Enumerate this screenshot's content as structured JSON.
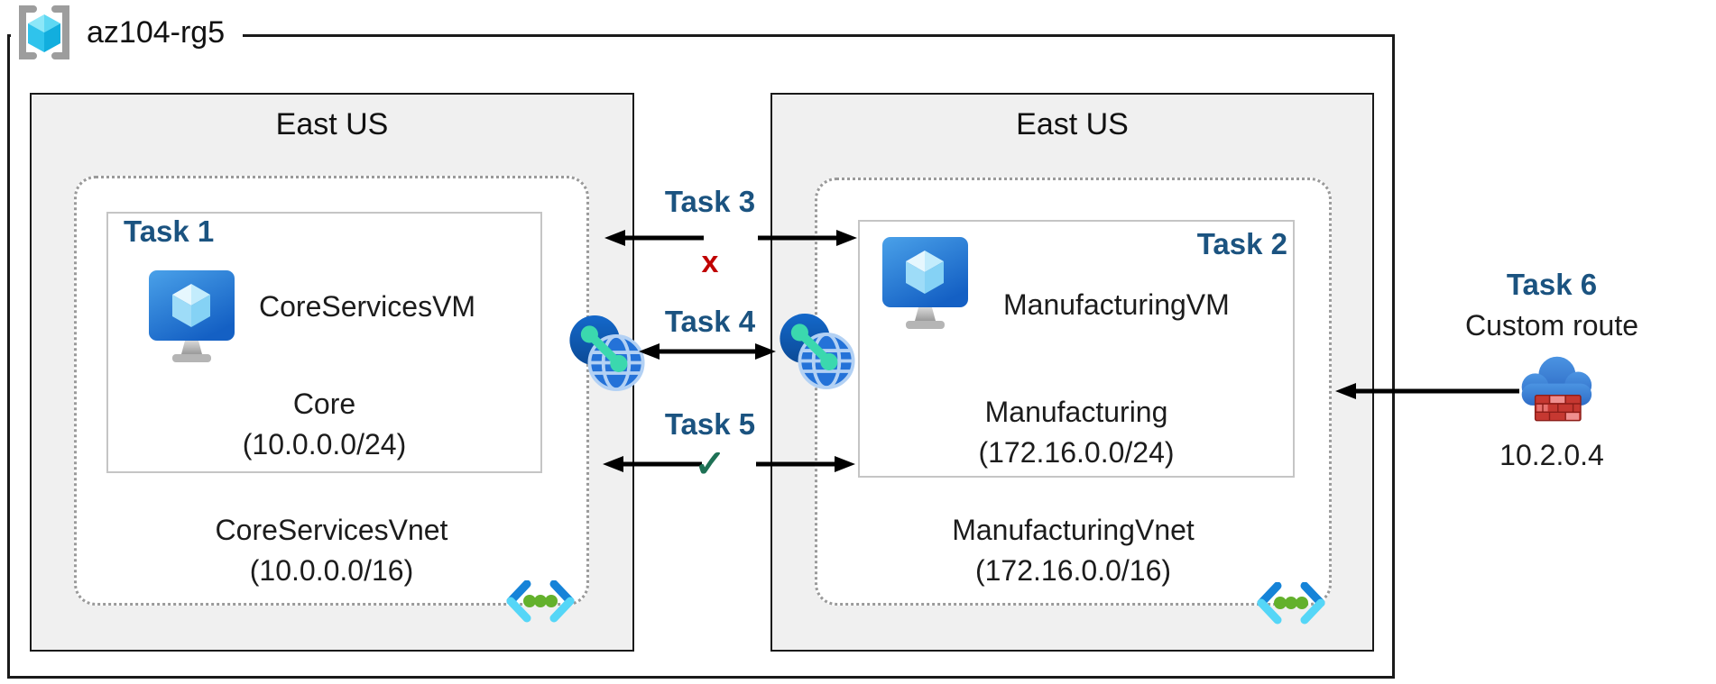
{
  "resource_group": {
    "name": "az104-rg5"
  },
  "left_vnet": {
    "region": "East US",
    "task": "Task 1",
    "vm_name": "CoreServicesVM",
    "subnet_name": "Core",
    "subnet_cidr": "(10.0.0.0/24)",
    "vnet_name": "CoreServicesVnet",
    "vnet_cidr": "(10.0.0.0/16)"
  },
  "right_vnet": {
    "region": "East US",
    "task": "Task 2",
    "vm_name": "ManufacturingVM",
    "subnet_name": "Manufacturing",
    "subnet_cidr": "(172.16.0.0/24)",
    "vnet_name": "ManufacturingVnet",
    "vnet_cidr": "(172.16.0.0/16)"
  },
  "connections": {
    "task3": {
      "label": "Task 3",
      "status": "x"
    },
    "task4": {
      "label": "Task 4"
    },
    "task5": {
      "label": "Task 5",
      "status": "✓"
    }
  },
  "task6": {
    "label": "Task 6",
    "name": "Custom route",
    "ip": "10.2.0.4"
  },
  "colors": {
    "task_label": "#1b5380",
    "blocked_x": "#c00000",
    "allowed_check": "#1e7155",
    "region_fill": "#f0f0f0",
    "vnet_icon_blue": "#1583d8",
    "vnet_icon_cyan": "#55d6f7",
    "peering_teal": "#3bd8ae",
    "cloud_blue": "#3e86db",
    "firewall_red": "#c63831"
  }
}
